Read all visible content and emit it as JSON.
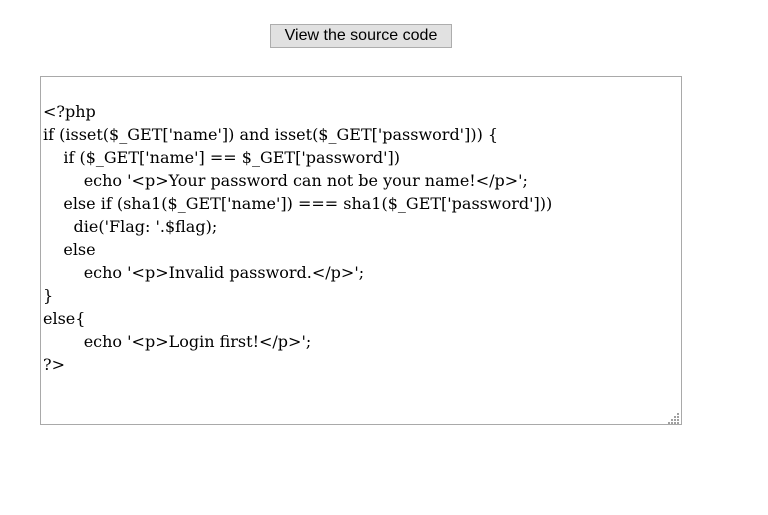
{
  "button": {
    "label": "View the source code"
  },
  "code": {
    "lines": [
      "",
      "<?php",
      "if (isset($_GET['name']) and isset($_GET['password'])) {",
      "    if ($_GET['name'] == $_GET['password'])",
      "        echo '<p>Your password can not be your name!</p>';",
      "    else if (sha1($_GET['name']) === sha1($_GET['password']))",
      "      die('Flag: '.$flag);",
      "    else",
      "        echo '<p>Invalid password.</p>';",
      "}",
      "else{",
      "        echo '<p>Login first!</p>';",
      "?>"
    ]
  },
  "icons": {
    "resize": "resize-grip-icon"
  }
}
